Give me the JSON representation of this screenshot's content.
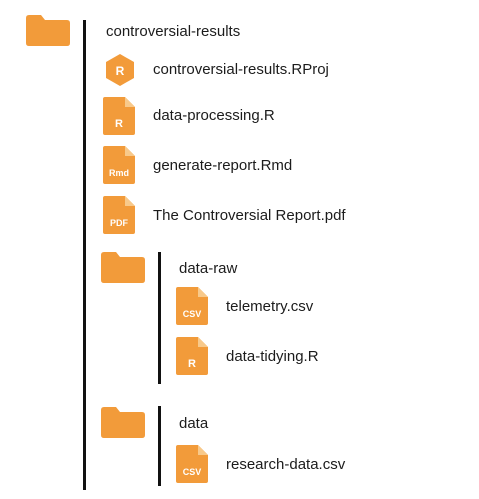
{
  "colors": {
    "folder": "#f29b3a",
    "file": "#f29b3a",
    "file_fold": "#f8c98a",
    "tree_line": "#111111",
    "text": "#1c1c1c"
  },
  "root": {
    "name": "controversial-results",
    "icon": "folder-icon"
  },
  "files": [
    {
      "name": "controversial-results.RProj",
      "icon": "rproj-icon",
      "badge": "R"
    },
    {
      "name": "data-processing.R",
      "icon": "r-file-icon",
      "badge": "R"
    },
    {
      "name": "generate-report.Rmd",
      "icon": "rmd-file-icon",
      "badge": "Rmd"
    },
    {
      "name": "The Controversial Report.pdf",
      "icon": "pdf-file-icon",
      "badge": "PDF"
    }
  ],
  "data_raw": {
    "name": "data-raw",
    "icon": "folder-icon",
    "files": [
      {
        "name": "telemetry.csv",
        "icon": "csv-file-icon",
        "badge": "CSV"
      },
      {
        "name": "data-tidying.R",
        "icon": "r-file-icon",
        "badge": "R"
      }
    ]
  },
  "data": {
    "name": "data",
    "icon": "folder-icon",
    "files": [
      {
        "name": "research-data.csv",
        "icon": "csv-file-icon",
        "badge": "CSV"
      }
    ]
  }
}
